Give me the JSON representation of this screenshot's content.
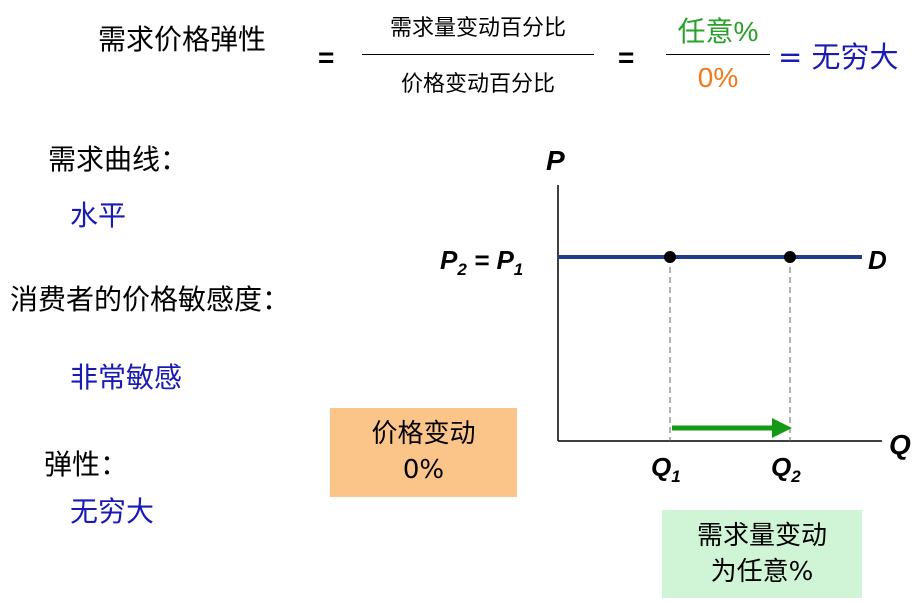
{
  "equation": {
    "left": "需求价格弹性",
    "equals": "=",
    "numerator": "需求量变动百分比",
    "denominator": "价格变动百分比",
    "ratio_numerator": "任意%",
    "ratio_denominator": "0%",
    "result": "= 无穷大"
  },
  "left_panel": {
    "curve_label": "需求曲线：",
    "curve_value": "水平",
    "sensitivity_label": "消费者的价格敏感度：",
    "sensitivity_value": "非常敏感",
    "elasticity_label": "弹性：",
    "elasticity_value": "无穷大"
  },
  "boxes": {
    "price_change": [
      "价格变动",
      "0%"
    ],
    "quantity_change": [
      "需求量变动",
      "为任意%"
    ]
  },
  "diagram": {
    "y_axis": "P",
    "x_axis": "Q",
    "price_label_main": [
      "P",
      "2",
      " = P",
      "1"
    ],
    "curve": "D",
    "q1": [
      "Q",
      "1"
    ],
    "q2": [
      "Q",
      "2"
    ]
  },
  "colors": {
    "blue_text": "#1a1ab4",
    "green": "#2aa12a",
    "orange": "#f07a1a",
    "demand_line": "#1f3c8a",
    "orange_box": "#fbc58a",
    "green_box": "#cff5d6"
  }
}
